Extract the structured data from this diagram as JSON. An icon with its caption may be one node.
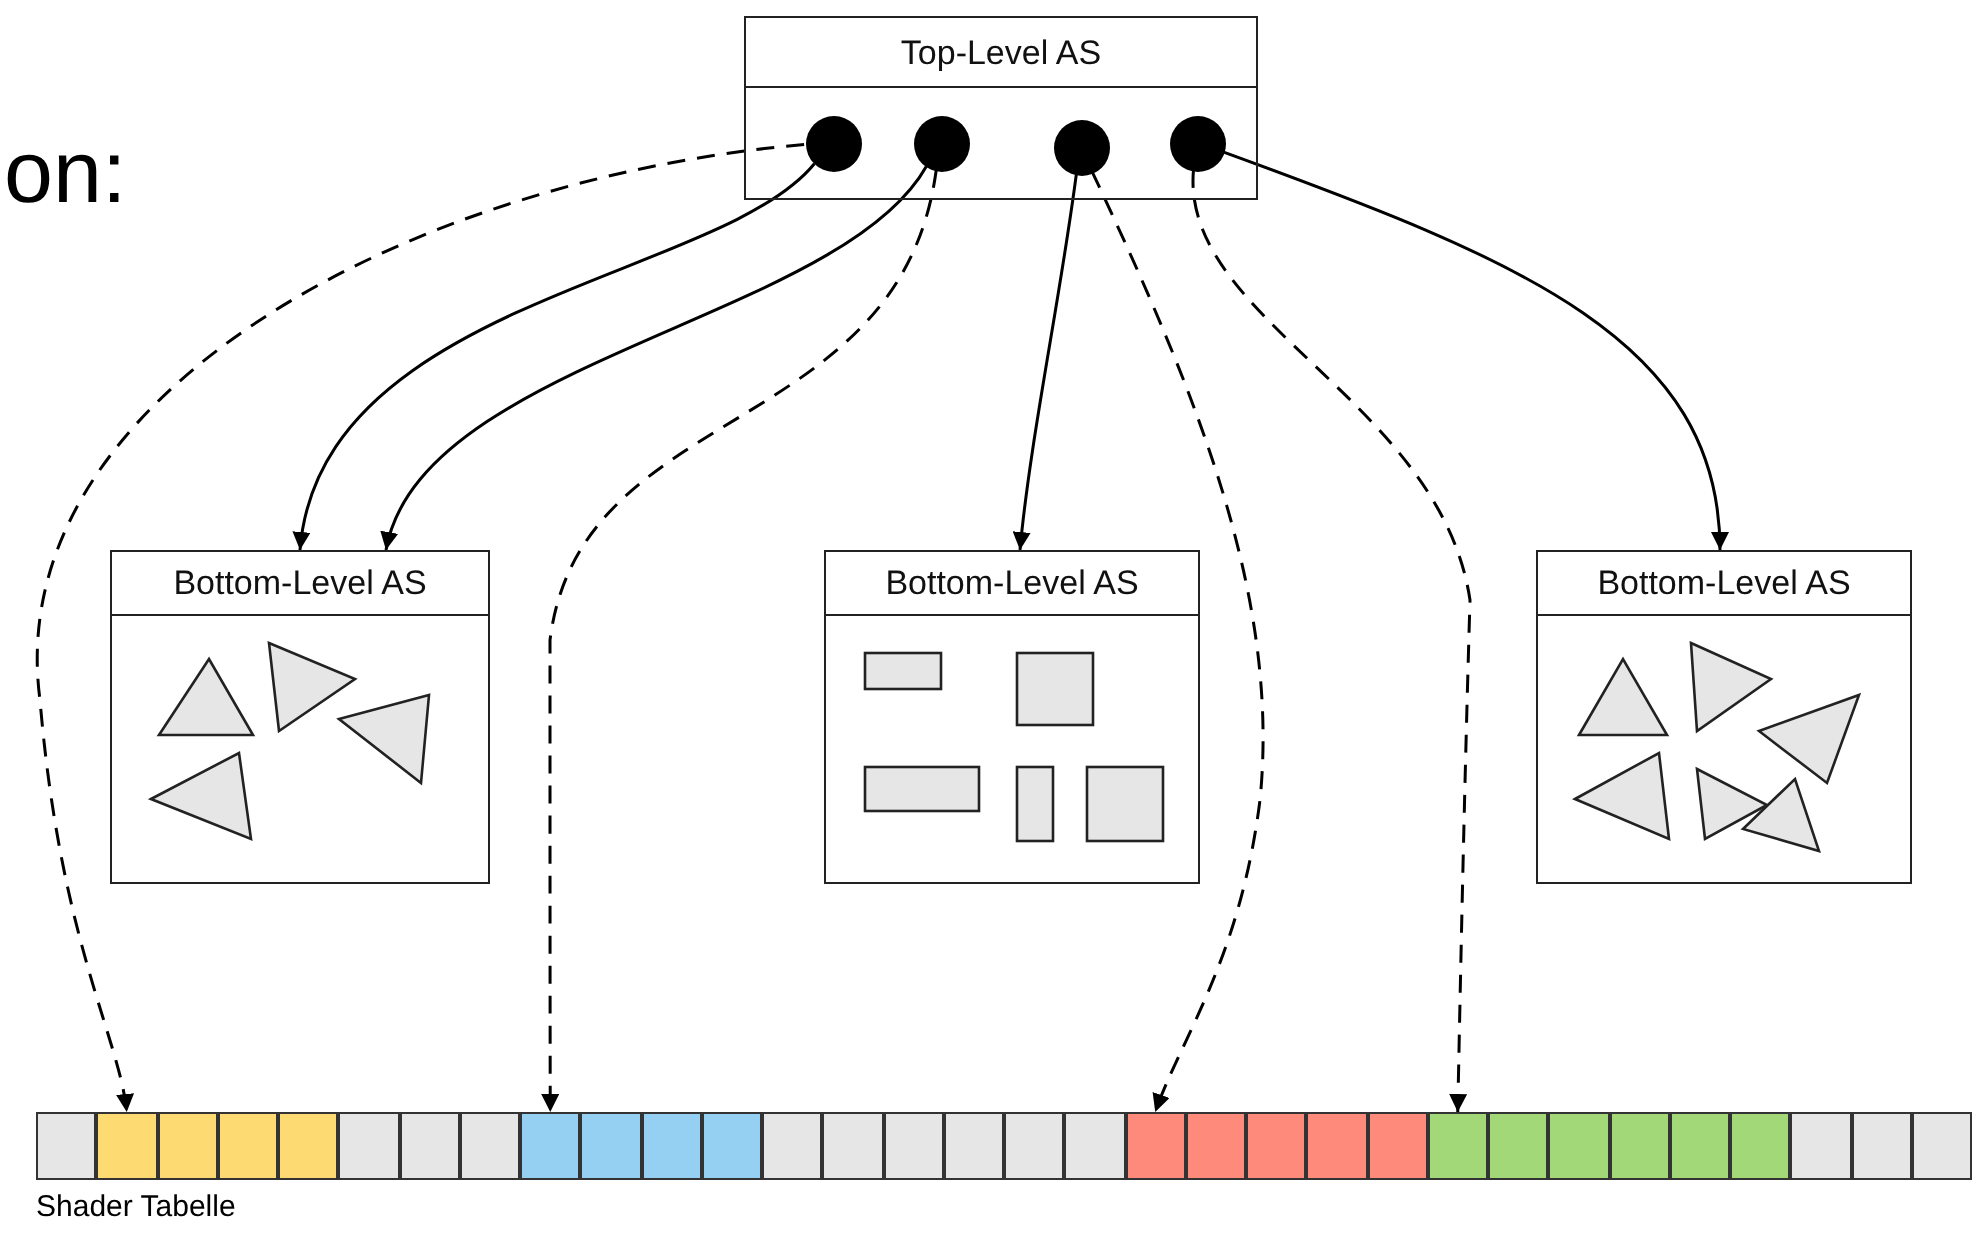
{
  "diagram": {
    "nodes": [
      {
        "text": [
          "Top-Level AS"
        ]
      },
      {
        "text": [],
        "shape": "circle",
        "in": 0
      },
      {
        "text": [],
        "shape": "circle",
        "in": 0
      },
      {
        "text": [],
        "shape": "circle",
        "in": 0
      },
      {
        "text": [],
        "shape": "circle",
        "in": 0
      },
      {
        "text": [
          "Bottom-Level AS"
        ]
      },
      {
        "text": [
          "Bottom-Level AS"
        ]
      },
      {
        "text": [
          "Bottom-Level AS"
        ]
      },
      {
        "text": [
          "Shader Tabelle"
        ]
      },
      {
        "text": [],
        "shape": "box",
        "in": 8
      },
      {
        "text": [],
        "shape": "box",
        "in": 8
      },
      {
        "text": [],
        "shape": "box",
        "in": 8
      },
      {
        "text": [],
        "shape": "box",
        "in": 8
      },
      {
        "text": [],
        "shape": "box",
        "in": 8
      },
      {
        "text": [],
        "shape": "box",
        "in": 8
      },
      {
        "text": [],
        "shape": "box",
        "in": 8
      },
      {
        "text": [],
        "shape": "box",
        "in": 8
      },
      {
        "text": [],
        "shape": "box",
        "in": 8
      },
      {
        "text": [],
        "shape": "box",
        "in": 8
      },
      {
        "text": [],
        "shape": "box",
        "in": 8
      },
      {
        "text": [],
        "shape": "box",
        "in": 8
      },
      {
        "text": [],
        "shape": "box",
        "in": 8
      },
      {
        "text": [],
        "shape": "box",
        "in": 8
      },
      {
        "text": [],
        "shape": "box",
        "in": 8
      },
      {
        "text": [],
        "shape": "box",
        "in": 8
      },
      {
        "text": [],
        "shape": "box",
        "in": 8
      },
      {
        "text": [],
        "shape": "box",
        "in": 8
      },
      {
        "text": [],
        "shape": "box",
        "in": 8
      },
      {
        "text": [],
        "shape": "box",
        "in": 8
      },
      {
        "text": [],
        "shape": "box",
        "in": 8
      },
      {
        "text": [],
        "shape": "box",
        "in": 8
      },
      {
        "text": [],
        "shape": "box",
        "in": 8
      },
      {
        "text": [],
        "shape": "box",
        "in": 8
      },
      {
        "text": [],
        "shape": "box",
        "in": 8
      },
      {
        "text": [],
        "shape": "box",
        "in": 8
      },
      {
        "text": [],
        "shape": "box",
        "in": 8
      },
      {
        "text": [],
        "shape": "box",
        "in": 8
      },
      {
        "text": [],
        "shape": "box",
        "in": 8
      },
      {
        "text": [],
        "shape": "box",
        "in": 8
      },
      {
        "text": [],
        "shape": "box",
        "in": 8
      },
      {
        "text": [],
        "shape": "box",
        "in": 8
      }
    ],
    "edges": [
      {
        "from": 1,
        "to": 5,
        "arrow": "to"
      },
      {
        "from": 2,
        "to": 5,
        "arrow": "to"
      },
      {
        "from": 3,
        "to": 6,
        "arrow": "to"
      },
      {
        "from": 4,
        "to": 7,
        "arrow": "to"
      },
      {
        "from": 1,
        "to": 10,
        "arrow": "to",
        "style": "dashed"
      },
      {
        "from": 2,
        "to": 17,
        "arrow": "to",
        "style": "dashed"
      },
      {
        "from": 3,
        "to": 27,
        "arrow": "to",
        "style": "dashed"
      },
      {
        "from": 4,
        "to": 32,
        "arrow": "to",
        "style": "dashed"
      }
    ],
    "labels": [
      "on:"
    ]
  }
}
